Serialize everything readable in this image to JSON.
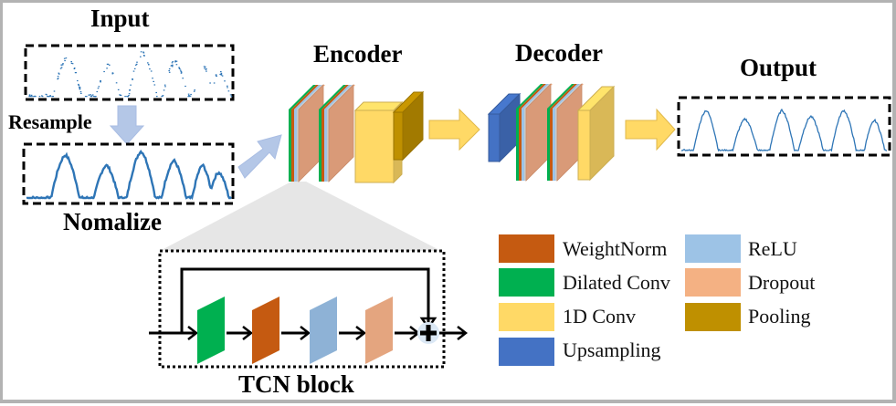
{
  "titles": {
    "input": "Input",
    "resample": "Resample",
    "normalize": "Nomalize",
    "encoder": "Encoder",
    "decoder": "Decoder",
    "output": "Output",
    "tcn_block": "TCN block"
  },
  "colors": {
    "weightnorm": "#c55a11",
    "dilated_conv": "#00b050",
    "conv1d": "#ffd966",
    "upsampling": "#4472c4",
    "relu": "#9dc3e6",
    "dropout": "#f4b183",
    "pooling": "#bf9000",
    "signal": "#2e75b6",
    "flow_arrow": "#ffd966",
    "resample_arrow": "#b4c7e7"
  },
  "legend": [
    {
      "label": "WeightNorm",
      "color": "#c55a11"
    },
    {
      "label": "Dilated Conv",
      "color": "#00b050"
    },
    {
      "label": "1D Conv",
      "color": "#ffd966"
    },
    {
      "label": "Upsampling",
      "color": "#4472c4"
    },
    {
      "label": "ReLU",
      "color": "#9dc3e6"
    },
    {
      "label": "Dropout",
      "color": "#f4b183"
    },
    {
      "label": "Pooling",
      "color": "#bf9000"
    }
  ],
  "tcn_sequence": [
    "Dilated Conv",
    "WeightNorm",
    "ReLU",
    "Dropout"
  ],
  "tcn_merge_symbol": "+",
  "encoder_layers": [
    "TCN block",
    "TCN block",
    "1D Conv",
    "Pooling"
  ],
  "decoder_layers": [
    "Upsampling",
    "TCN block",
    "TCN block",
    "1D Conv"
  ]
}
